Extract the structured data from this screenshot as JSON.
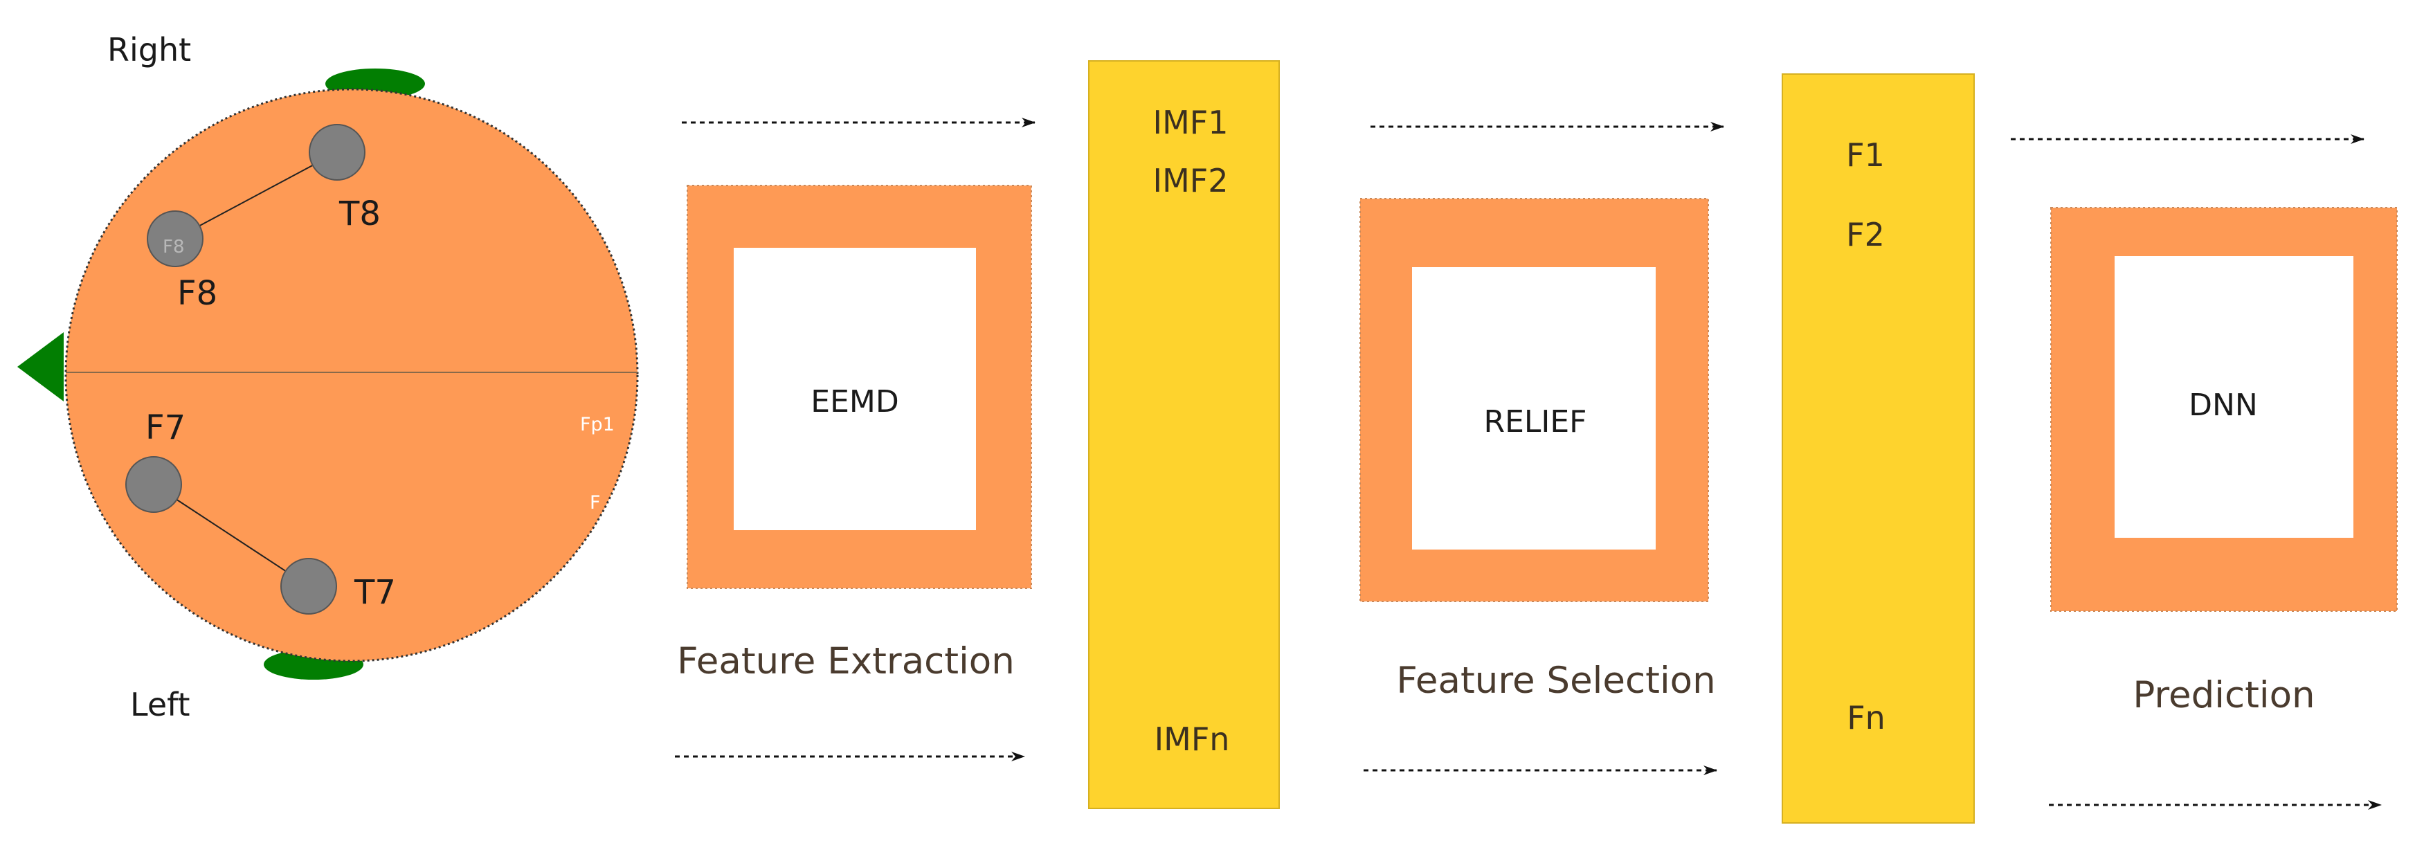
{
  "colors": {
    "orange": "#fe9a55",
    "yellow": "#fed32d",
    "green": "#027e02",
    "electrode": "#808080",
    "caption": "#4a3b2e",
    "text": "#1a1a1a",
    "arrow": "#111111"
  },
  "head": {
    "right_label": "Right",
    "left_label": "Left",
    "electrodes": {
      "t8": "T8",
      "f8": "F8",
      "f7": "F7",
      "t7": "T7",
      "f8_inner": "F8",
      "fp1": "Fp1",
      "f_edge": "F"
    }
  },
  "stages": {
    "extraction": {
      "block": "EEMD",
      "caption": "Feature Extraction"
    },
    "selection": {
      "block": "RELIEF",
      "caption": "Feature Selection"
    },
    "prediction": {
      "block": "DNN",
      "caption": "Prediction"
    }
  },
  "imf_bar": {
    "items": [
      "IMF1",
      "IMF2",
      "IMFn"
    ]
  },
  "feature_bar": {
    "items": [
      "F1",
      "F2",
      "Fn"
    ]
  }
}
